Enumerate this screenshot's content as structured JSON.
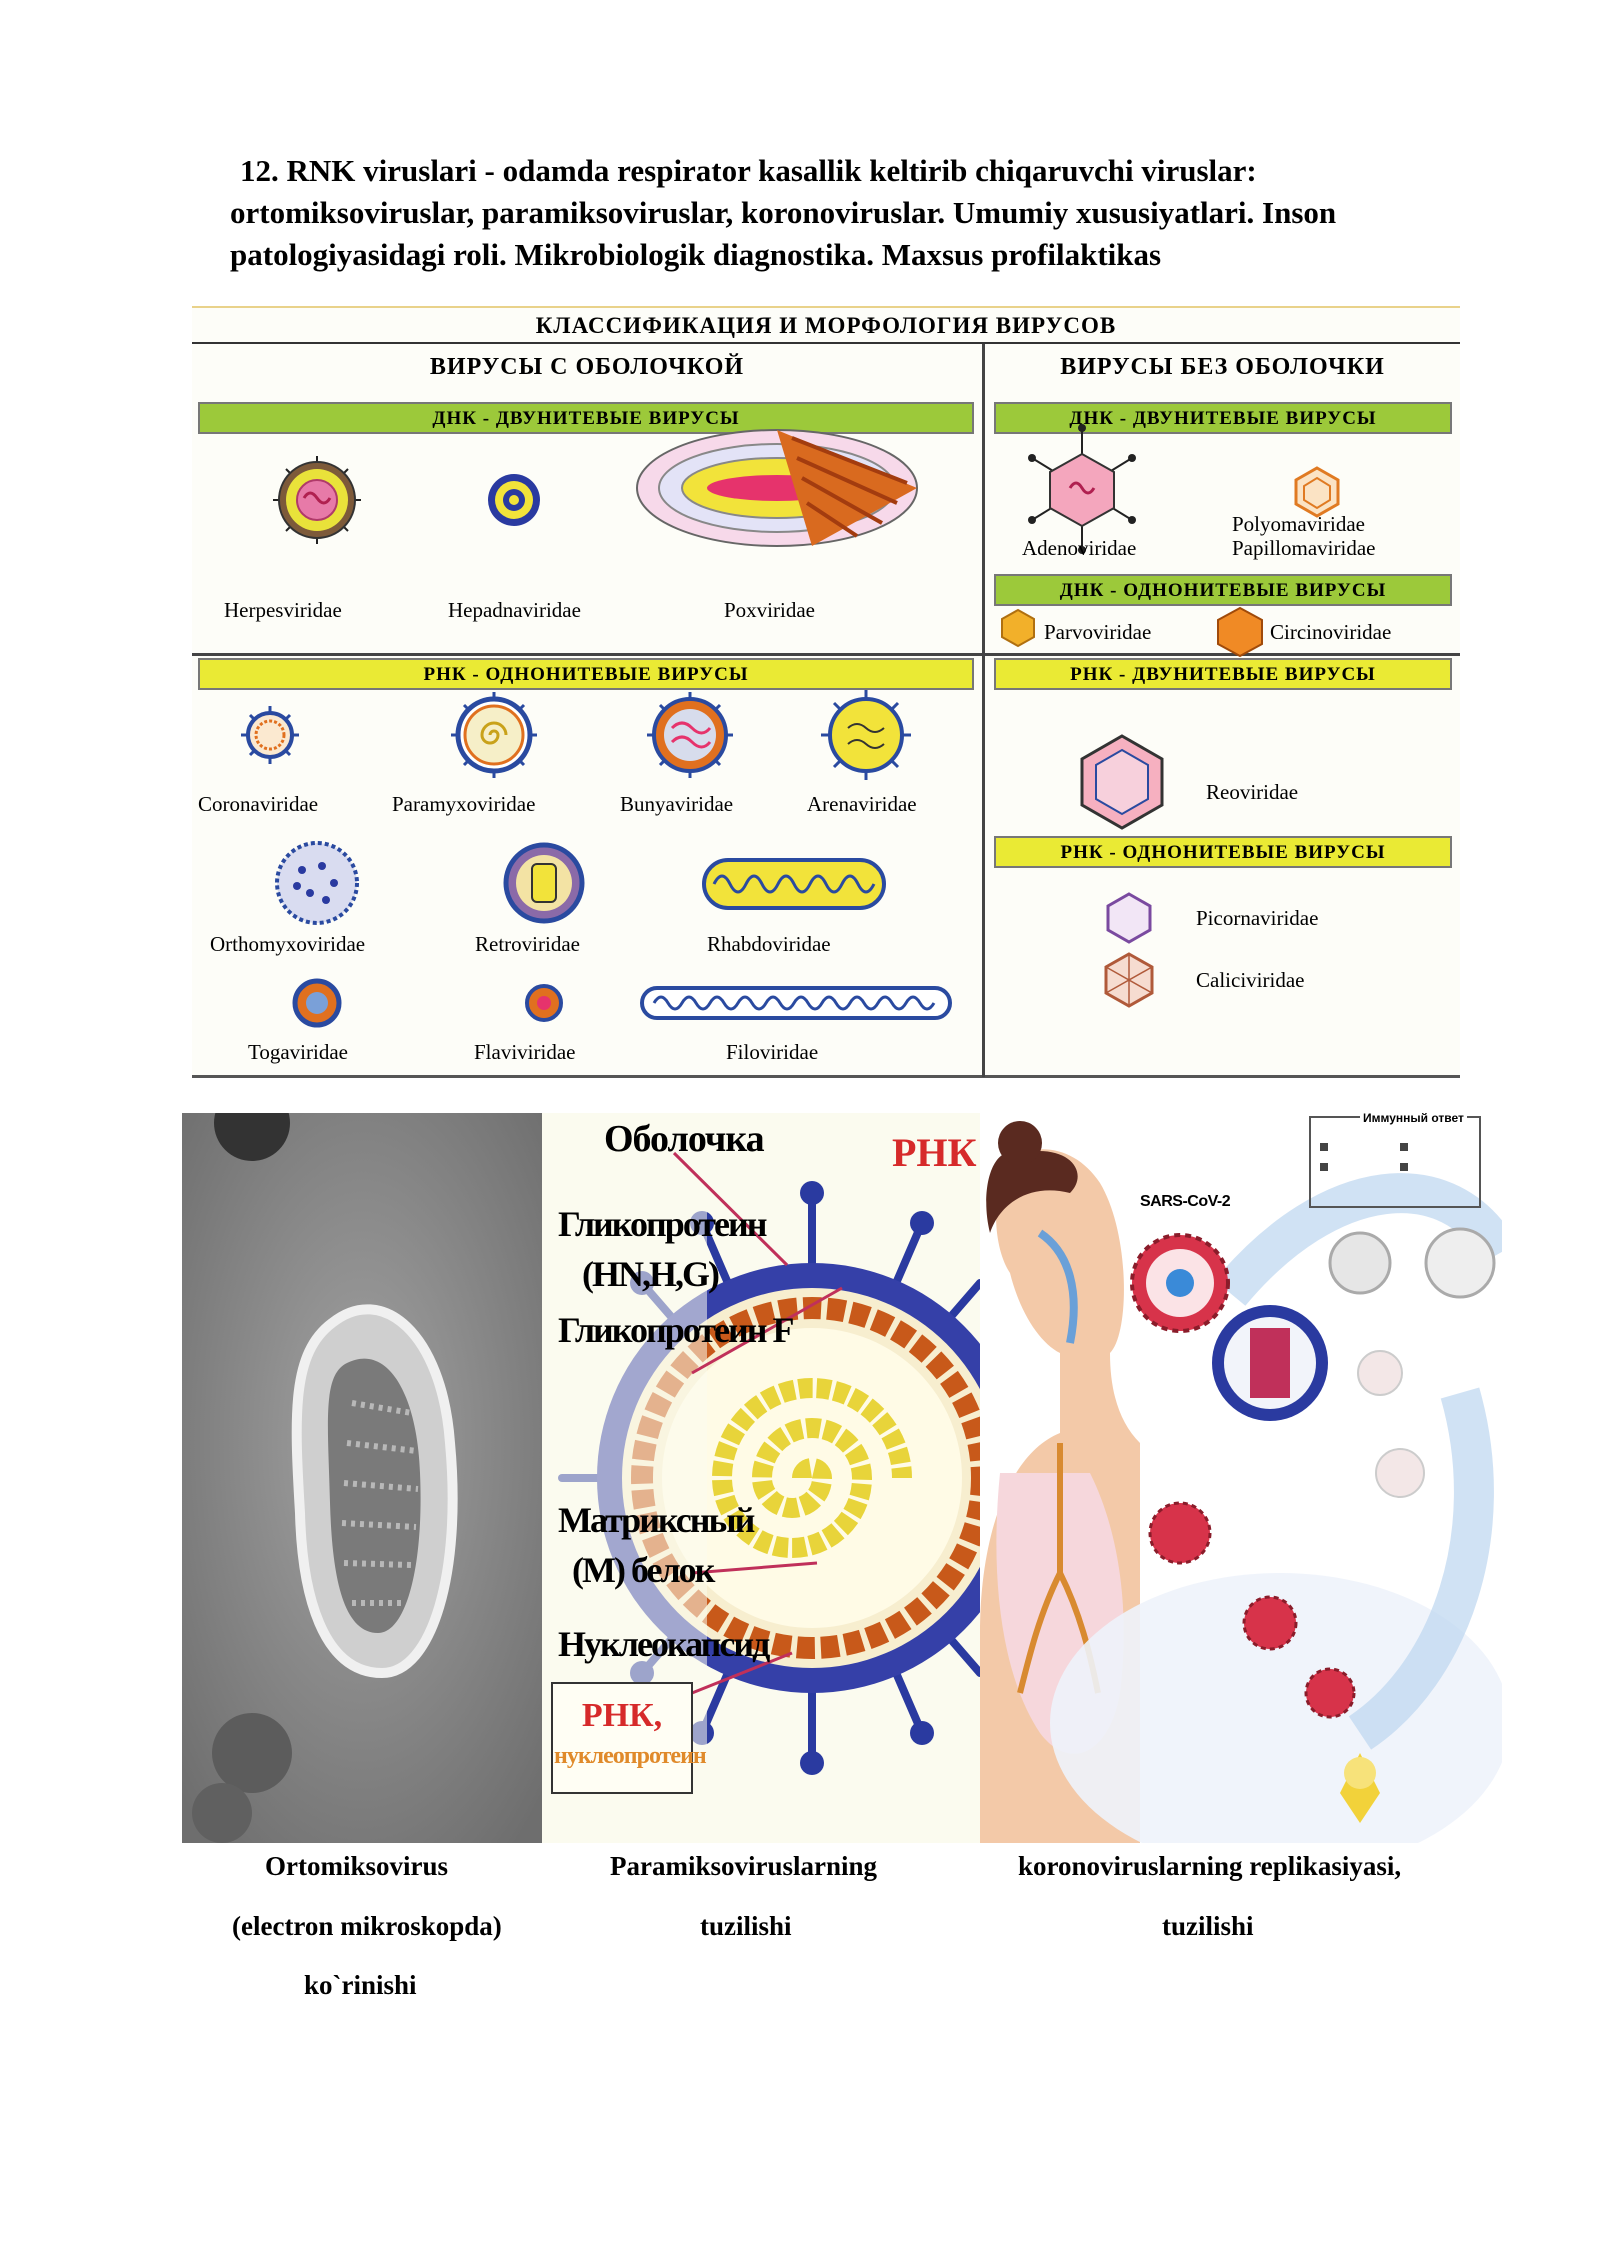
{
  "heading": {
    "line1": "12. RNK viruslari - odamda respirator kasallik keltirib chiqaruvchi  viruslar:",
    "line2": "ortomiksoviruslar, paramiksoviruslar, koronoviruslar. Umumiy xususiyatlari. Inson",
    "line3": "patologiyasidagi roli. Mikrobiologik diagnostika. Maxsus profilaktikas"
  },
  "classification": {
    "title": "КЛАССИФИКАЦИЯ И МОРФОЛОГИЯ ВИРУСОВ",
    "enveloped_header": "ВИРУСЫ  С ОБОЛОЧКОЙ",
    "nonenveloped_header": "ВИРУСЫ БЕЗ ОБОЛОЧКИ",
    "band_dna_ds_left": "ДНК - ДВУНИТЕВЫЕ  ВИРУСЫ",
    "band_dna_ds_right": "ДНК - ДВУНИТЕВЫЕ ВИРУСЫ",
    "band_dna_ss_right": "ДНК - ОДНОНИТЕВЫЕ ВИРУСЫ",
    "band_rna_ss_left": "РНК - ОДНОНИТЕВЫЕ  ВИРУСЫ",
    "band_rna_ds_right": "РНК - ДВУНИТЕВЫЕ ВИРУСЫ",
    "band_rna_ss_right": "РНК - ОДНОНИТЕВЫЕ ВИРУСЫ",
    "labels": {
      "herpes": "Herpesviridae",
      "hepadna": "Hepadnaviridae",
      "pox": "Poxviridae",
      "adeno": "Adenoviridae",
      "polyoma": "Polyomaviridae",
      "papilloma": "Papillomaviridae",
      "parvo": "Parvoviridae",
      "circino": "Circinoviridae",
      "corona": "Coronaviridae",
      "paramyxo": "Paramyxoviridae",
      "bunya": "Bunyaviridae",
      "arena": "Arenaviridae",
      "orthomyxo": "Orthomyxoviridae",
      "retro": "Retroviridae",
      "rhabdo": "Rhabdoviridae",
      "toga": "Togaviridae",
      "flavi": "Flaviviridae",
      "filo": "Filoviridae",
      "reo": "Reoviridae",
      "picorna": "Picornaviridae",
      "calici": "Caliciviridae"
    }
  },
  "paramyxo_panel": {
    "envelope": "Оболочка",
    "rna": "РНК",
    "glycoprotein_hn": "Гликопротеин",
    "hn_codes": "(HN,H,G)",
    "glycoprotein_f": "Гликопротеин F",
    "matrix1": "Матриксный",
    "matrix2": "(M) белок",
    "nucleocapsid": "Нуклеокапсид",
    "box_rna": "РНК,",
    "box_np": "нуклеопротеин"
  },
  "corona_panel": {
    "sars": "SARS-CoV-2",
    "immune": "Иммунный ответ"
  },
  "captions": {
    "c1_line1": "Ortomiksovirus",
    "c1_line2": "(electron mikroskopda)",
    "c1_line3": "ko`rinishi",
    "c2_line1": "Paramiksoviruslarning",
    "c2_line2": "tuzilishi",
    "c3_line1": "koronoviruslarning replikasiyasi,",
    "c3_line2": "tuzilishi"
  }
}
